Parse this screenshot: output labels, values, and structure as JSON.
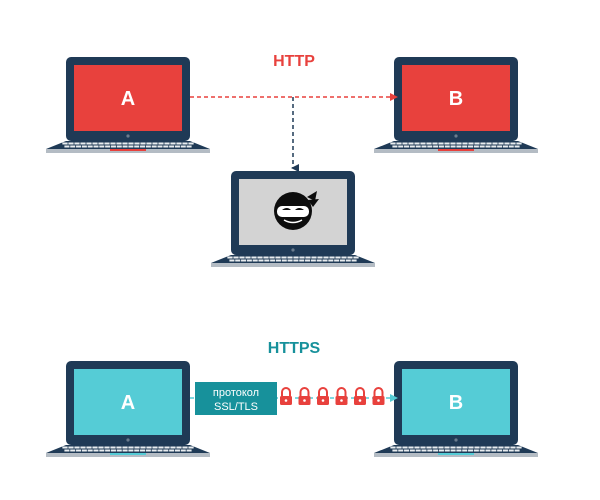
{
  "http_section": {
    "title": "HTTP",
    "title_color": "#e8413d",
    "screen_color": "#e8413d",
    "line_color": "#e8413d",
    "laptop_a_label": "A",
    "laptop_b_label": "B"
  },
  "interceptor": {
    "icon": "ninja-icon",
    "screen_color": "#d3d3d3",
    "line_color": "#1f3a56"
  },
  "https_section": {
    "title": "HTTPS",
    "title_color": "#17919b",
    "screen_color": "#55ccd6",
    "line_color": "#55ccd6",
    "laptop_a_label": "A",
    "laptop_b_label": "B",
    "protocol_box": {
      "line1": "протокол",
      "line2": "SSL/TLS",
      "color": "#17919b"
    },
    "locks": {
      "icon": "padlock-icon",
      "count": 6,
      "color": "#e8413d"
    }
  },
  "colors": {
    "laptop_body": "#1f3a56",
    "laptop_base": "#b4bcc4",
    "keyboard": "#6b7c8e",
    "keys": "#e9edf0"
  }
}
